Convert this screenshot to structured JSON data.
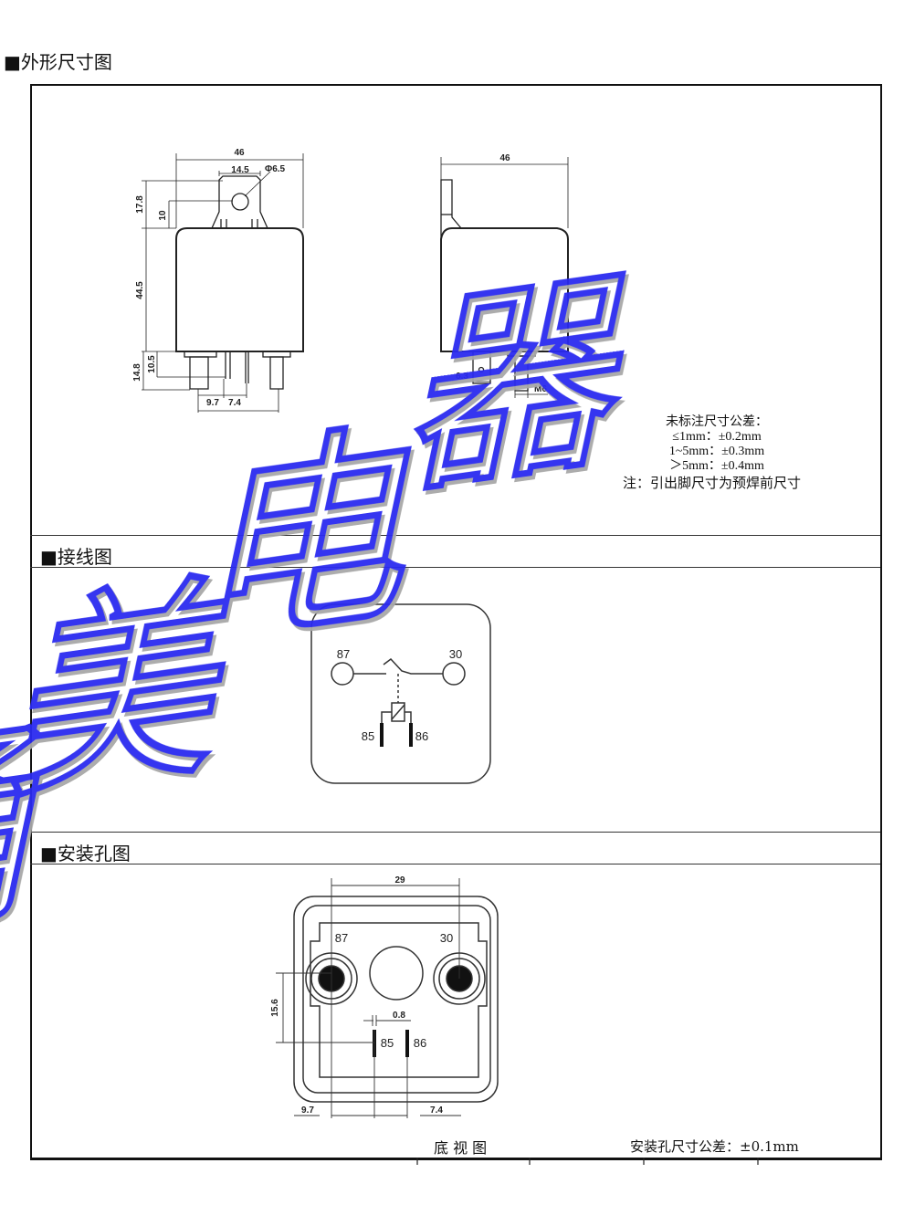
{
  "sections": {
    "outline": {
      "title": "■外形尺寸图"
    },
    "wiring": {
      "title": "■接线图"
    },
    "mounting": {
      "title": "■安装孔图"
    }
  },
  "outline_dims": {
    "front_width": "46",
    "tab_width": "14.5",
    "hole_dia": "Φ6.5",
    "tab_height": "17.8",
    "hole_height": "10",
    "body_height": "44.5",
    "pin_length": "14.8",
    "pin_short": "10.5",
    "pin_gap1": "9.7",
    "pin_gap2": "7.4",
    "side_width": "46",
    "blade_width": "6.3",
    "stud_thread": "M6"
  },
  "tolerance_notes": {
    "title": "未标注尺寸公差：",
    "lines": [
      "≤1mm：±0.2mm",
      "1~5mm：±0.3mm",
      "＞5mm：±0.4mm"
    ],
    "pin_note": "注：引出脚尺寸为预焊前尺寸"
  },
  "wiring": {
    "terminals": [
      "87",
      "30",
      "85",
      "86"
    ]
  },
  "mounting": {
    "terminals": [
      "87",
      "30",
      "85",
      "86"
    ],
    "dims": {
      "span": "29",
      "vertical": "15.6",
      "pin_width": "0.8",
      "left": "9.7",
      "right": "7.4"
    },
    "view_label": "底 视 图",
    "tolerance": "安装孔尺寸公差：±0.1mm"
  },
  "watermark": {
    "text": [
      "甬",
      "美",
      "电",
      "器"
    ],
    "color": "#2b2bf0"
  }
}
